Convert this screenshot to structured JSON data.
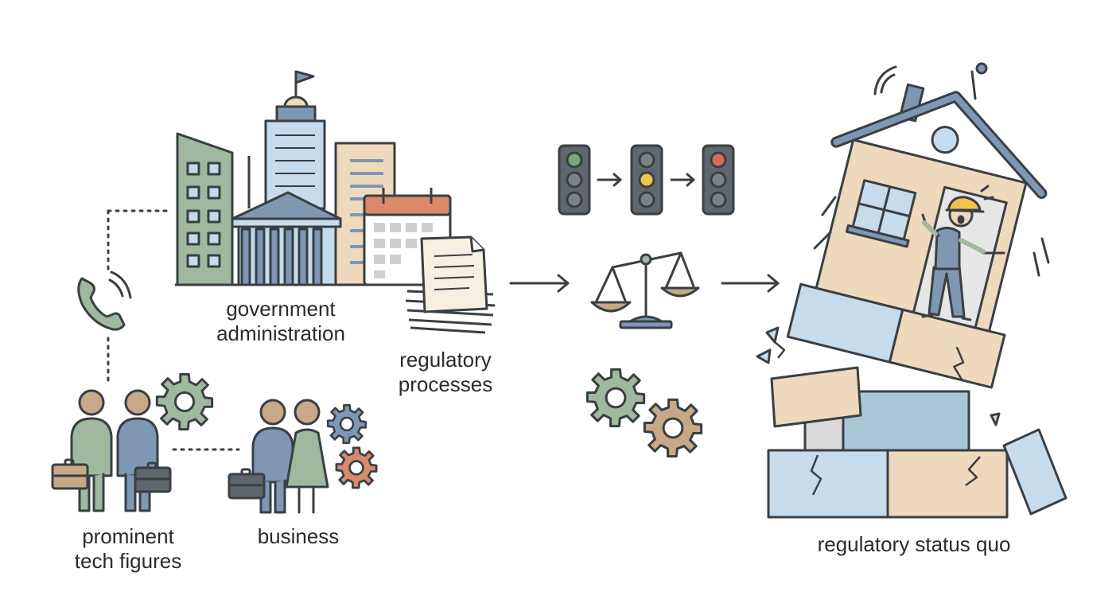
{
  "labels": {
    "government": [
      "government",
      "administration"
    ],
    "regulatory_processes": [
      "regulatory",
      "processes"
    ],
    "tech_figures": [
      "prominent",
      "tech figures"
    ],
    "business": "business",
    "status_quo": "regulatory status quo"
  },
  "palette": {
    "outline": "#3a3f44",
    "sage": "#9fb89f",
    "blue": "#7f97b3",
    "light_blue": "#c6dced",
    "tan": "#efd9bd",
    "terracotta": "#d88a6a",
    "bronze": "#c7a887",
    "slate": "#5f676d",
    "cream": "#f7f0e2",
    "traffic_green": "#77a87a",
    "traffic_yellow": "#f0c64a",
    "traffic_red": "#d9695a",
    "hat_yellow": "#f4c14e"
  }
}
